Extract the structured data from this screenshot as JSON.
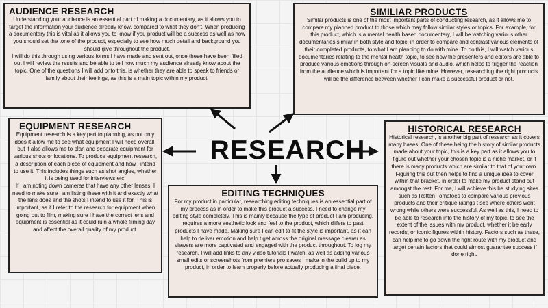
{
  "title": "RESEARCH",
  "audience": {
    "heading": "AUDIENCE RESEARCH",
    "body": "Understanding your audience is an essential part of making a documentary, as it allows you to target the information your audience already know, compared to what they don't. When producing a documentary this is vital as it allows you to know if you product will be a success as well as how you should  set the tone of the product, especially to see how much detail and background  you should give throughout the product.\nI will do this through using various forms I have made and sent out, once these have been filled out I will review the results and be able to tell how much my audience already know about the topic. One of the questions I will add onto this, is whether they are able to speak to friends or family about their feelings, as this is a main topic within my product."
  },
  "similar": {
    "heading": "SIMILIAR PRODUCTS",
    "body": "Similar products is one of the most important parts of conducting research, as it allows me to compare my planned product to those which may follow similar styles or topics. For example, for this product, which is a mental health based documentary, I will be watching various other documentaries similar in both style and topic, in order to compare and contrast various elements of their completed products, to what I am planning to do with mine. To do this, I will watch various documentaries relating to the mental health topic, to see how the presenters and editors are able to produce various emotions through on-screen visuals and audio, which helps to trigger the reaction from the audience which is important for a topic like mine. However, researching the right products will be the difference between whether I can make a successful product or not."
  },
  "equipment": {
    "heading": "EQUIPMENT RESEARCH",
    "body": "Equipment research is a key part to planning, as not only does it allow me to see what equipment I will need overall, but it also allows me to plan and separate equipment for various shots or locations. To produce equipment research, a description of each piece of equipment and how I intend to use it. This includes things such as shot angles, whether it is being used for interviews etc.\nIf I am noting down cameras that have any other lenses, I need to make sure I am listing these with it and exactly what the lens does and the shots I intend to use it for. This is important, as if I refer to the research for equipment when going out to film, making sure I have the correct lens and equipment is essential as it could ruin a whole filming day and affect the overall quality of my product."
  },
  "editing": {
    "heading": "EDITING TECHNIQUES",
    "body": "For my product in particular, researching editing techniques is an essential part of my process as in order to make this product a success, I need to change my editing style completely.  This is mainly because the type of product I am producing, requires a more aesthetic look and feel to the product, which differs to past products I have made. Making sure I can edit to fit the style is important, as  it can help to deliver emotion and help t get across the original message clearer as viewers are more captivated and engaged with the product throughout. To log my research, I will add links to any video tutorials I watch, as well as adding various small edits or screenshots from premiere pro saves I make in the build up to my product, in order to learn properly before actually producing a final piece."
  },
  "historical": {
    "heading": "HISTORICAL RESEARCH",
    "body": "Historical research, is another big part of research as it covers many bases. One of these being the history of similar products made about your topic, this is a key part as it allows you to figure out whether your chosen topic is a niche market, or if there is many products which are similar to that of your own. Figuring this out then helps to find a unique idea to cover within that bracket, in order to make my product stand out amongst the rest. For me, I will achieve this be studying sites such as Rotten Tomatoes to compare various previous products and their critique ratings t see where others went wrong while others were successful. As well as this, I need to be able to research into the history of my topic, to see  the extent of the issues with my product, whether it be early records, or iconic figures within history. Factors such as these, can help me to go down the right route with my product and target certain factors that could almost guarantee success if done right."
  },
  "colors": {
    "box_fill": "#f1e7e3",
    "box_border": "#222222",
    "grid_line": "#e6e6e6",
    "text": "#111111"
  }
}
